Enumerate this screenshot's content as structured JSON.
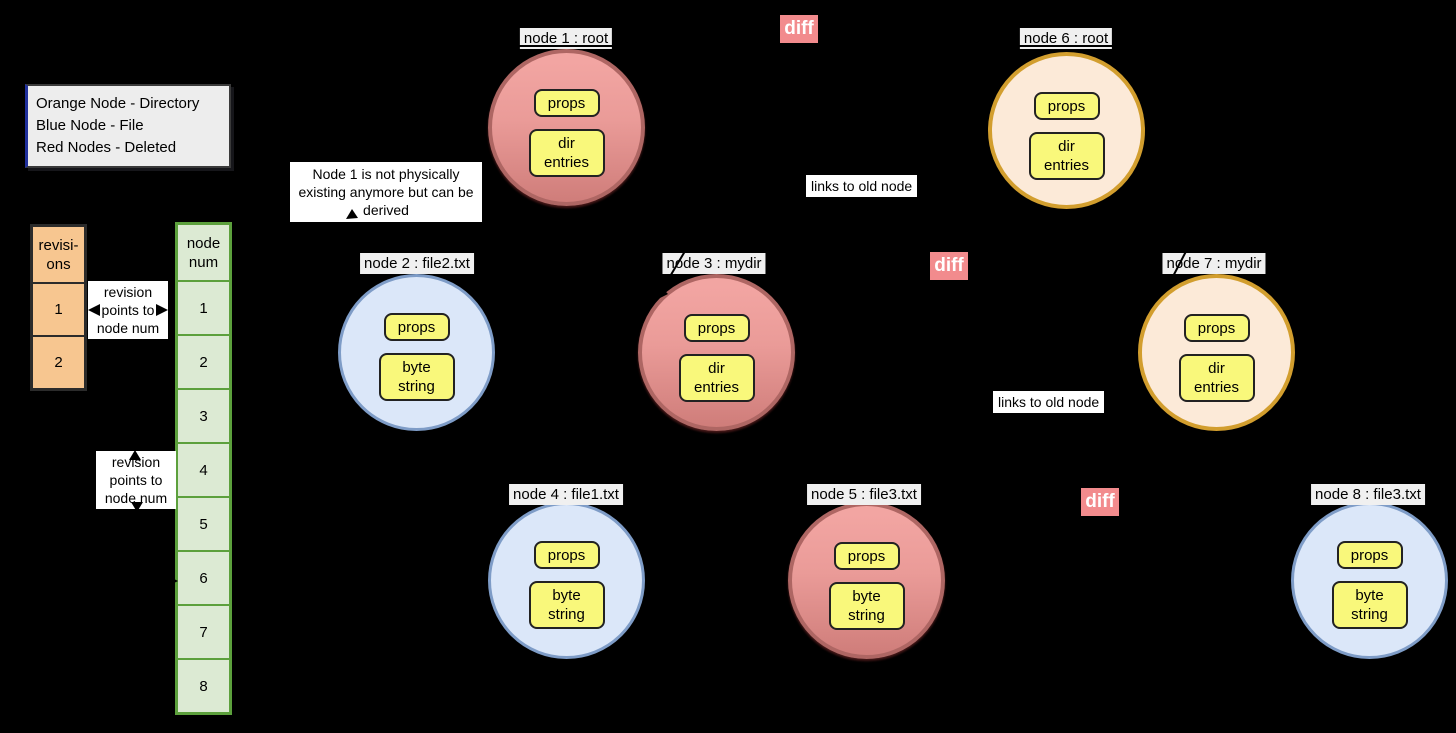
{
  "legend": {
    "lines": [
      "Orange Node - Directory",
      "Blue Node - File",
      "Red Nodes - Deleted"
    ]
  },
  "tables": {
    "revisions": {
      "header_top": "revisi-",
      "header_bottom": "ons",
      "cells": [
        "1",
        "2"
      ]
    },
    "node_num": {
      "header_top": "node",
      "header_bottom": "num",
      "cells": [
        "1",
        "2",
        "3",
        "4",
        "5",
        "6",
        "7",
        "8"
      ]
    }
  },
  "nodes": [
    {
      "label": "node 1 : root",
      "type": "deleted",
      "box1": "props",
      "box2": "dir entries"
    },
    {
      "label": "node 2 : file2.txt",
      "type": "file",
      "box1": "props",
      "box2": "byte string"
    },
    {
      "label": "node 3 : mydir",
      "type": "deleted",
      "box1": "props",
      "box2": "dir entries"
    },
    {
      "label": "node 4 : file1.txt",
      "type": "file",
      "box1": "props",
      "box2": "byte string"
    },
    {
      "label": "node 5 : file3.txt",
      "type": "deleted",
      "box1": "props",
      "box2": "byte string"
    },
    {
      "label": "node 6 : root",
      "type": "directory",
      "box1": "props",
      "box2": "dir entries"
    },
    {
      "label": "node 7 : mydir",
      "type": "directory",
      "box1": "props",
      "box2": "dir entries"
    },
    {
      "label": "node 8 : file3.txt",
      "type": "file",
      "box1": "props",
      "box2": "byte string"
    }
  ],
  "diff_badges": [
    "diff",
    "diff",
    "diff"
  ],
  "annotations": {
    "node1_note": "Node 1 is not physically existing anymore but can be derived",
    "links_old_node_top": "links to old node",
    "links_old_node_mid": "links to old node",
    "revision_points_1": "revision points to node num",
    "revision_points_2": "revision points to node num"
  },
  "colors": {
    "deleted_node": "#ea9b98",
    "directory_node_fill": "#fcead8",
    "directory_node_border": "#d29e2e",
    "file_node_fill": "#dbe7f9",
    "file_node_border": "#7e9cc7",
    "content_box": "#f9f87b",
    "diff_badge": "#f28b8d",
    "revisions_cell": "#f7c690",
    "node_num_cell": "#dcead3",
    "node_num_border": "#5ca03c",
    "background": "#000000"
  }
}
